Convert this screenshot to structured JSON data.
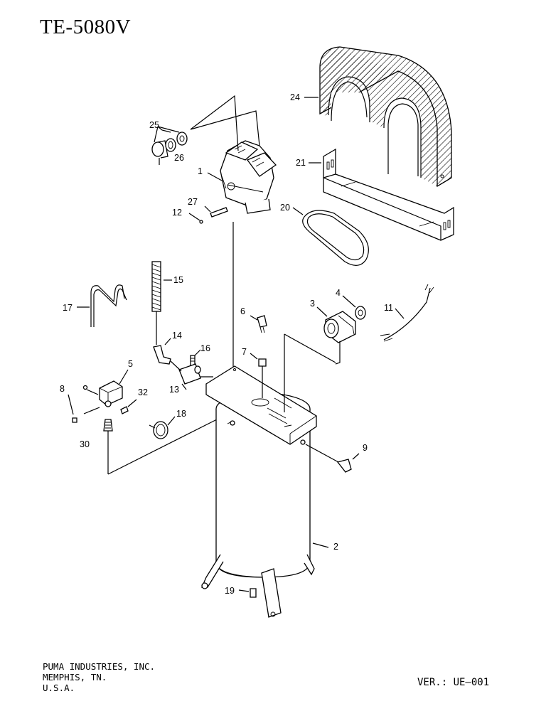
{
  "title": "TE-5080V",
  "footer": {
    "company": "PUMA INDUSTRIES, INC.",
    "city": "MEMPHIS, TN.",
    "country": "U.S.A."
  },
  "version": "VER.: UE—001",
  "callouts": {
    "p1": "1",
    "p2": "2",
    "p3": "3",
    "p4": "4",
    "p5": "5",
    "p6": "6",
    "p7": "7",
    "p8": "8",
    "p9": "9",
    "p11": "11",
    "p12": "12",
    "p13": "13",
    "p14": "14",
    "p15": "15",
    "p16": "16",
    "p17": "17",
    "p18": "18",
    "p19": "19",
    "p20": "20",
    "p21": "21",
    "p24": "24",
    "p25": "25",
    "p26": "26",
    "p27": "27",
    "p30": "30",
    "p32": "32"
  }
}
